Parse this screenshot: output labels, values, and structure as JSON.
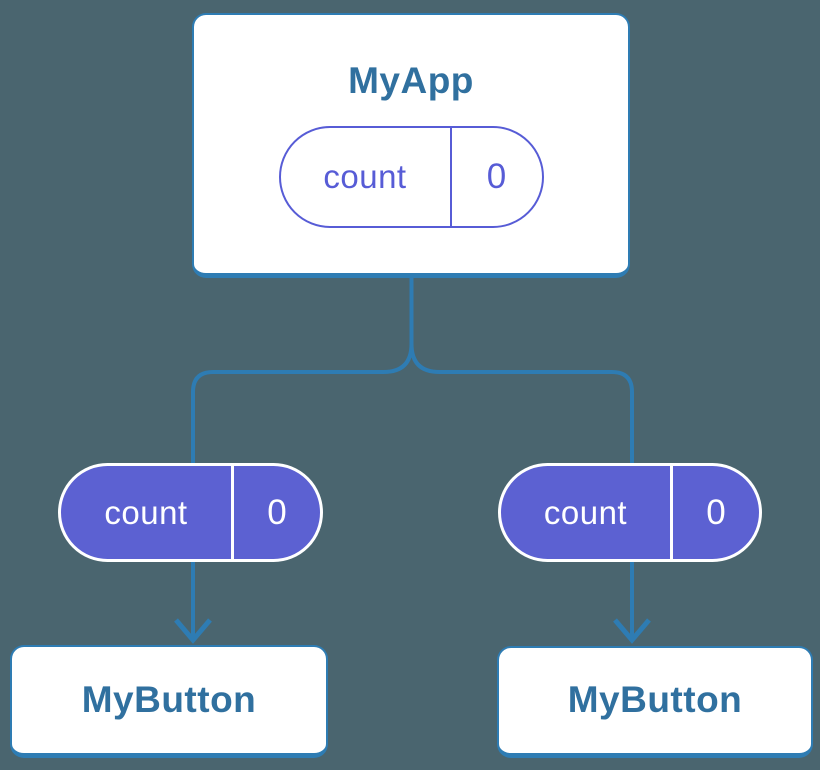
{
  "diagram": {
    "root": {
      "title": "MyApp",
      "state": {
        "label": "count",
        "value": "0"
      }
    },
    "children": [
      {
        "title": "MyButton",
        "state": {
          "label": "count",
          "value": "0"
        }
      },
      {
        "title": "MyButton",
        "state": {
          "label": "count",
          "value": "0"
        }
      }
    ]
  },
  "colors": {
    "background": "#4A656F",
    "connector": "#2E7CB3",
    "card_background": "#FFFFFF",
    "card_border": "#2E7CB3",
    "card_title_text": "#30709F",
    "child_state_fill": "#5C61D2",
    "child_state_border": "#FFFFFF",
    "child_state_text": "#FFFFFF",
    "root_state_fill": "#FFFFFF",
    "root_state_border": "#575CD6",
    "root_state_text": "#575CD6"
  }
}
